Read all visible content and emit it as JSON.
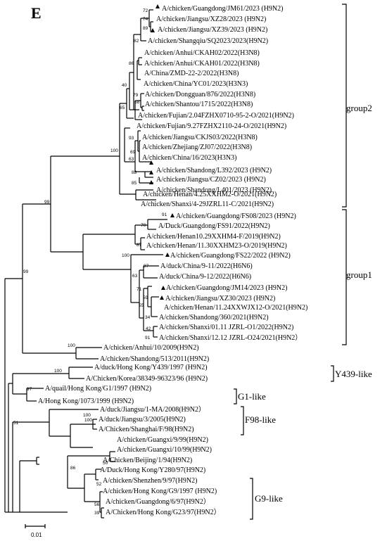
{
  "panel_label": "E",
  "taxa": [
    "A/chicken/Guangdong/JM61/2023 (H9N2)",
    "A/chicken/Jiangsu/XZ28/2023 (H9N2)",
    "A/chicken/Jiangsu/XZ39/2023 (H9N2)",
    "A/chicken/Shangqiu/SQ2023/2023(H9N2)",
    "A/chicken/Anhui/CKAH02/2022(H3N8)",
    "A/chicken/Anhui/CKAH01/2022(H3N8)",
    "A/China/ZMD-22-2/2022(H3N8)",
    "A/chicken/China/YC01/2023(H3N3)",
    "A/chicken/Dongguan/876/2022(H3N8)",
    "A/chicken/Shantou/1715/2022(H3N8)",
    "A/chicken/Fujian/2.04FZHX0710-95-2-O/2021(H9N2)",
    "A/chicken/Fujian/9.27FZHX2110-24-O/2021(H9N2)",
    "A/chicken/Jiangsu/CKJS03/2022(H3N8)",
    "A/chicken/Zhejiang/ZJ07/2022(H3N8)",
    "A/chicken/China/16/2023(H3N3)",
    "A/chicken/Shandong/L392/2023 (H9N2)",
    "A/chicken/Jiangsu/CZ02/2023 (H9N2)",
    "A/chicken/Shandong/L401/2023 (H9N2)",
    "A/chicken/Henan/4.25XXHM2-O/2021(H9N2)",
    "A/chicken/Shanxi/4-29JZRL11-C/2021(H9N2)",
    "A/chicken/Guangdong/FS08/2023 (H9N2)",
    "A/Duck/Guangdong/FS91/2022(H9N2)",
    "A/chicken/Henan10.29XXHM4-F/2019(H9N2)",
    "A/chicken/Henan/11.30XXHM23-O/2019(H9N2)",
    "A/chicken/Guangdong/FS22/2022 (H9N2)",
    "A/duck/China/9-11/2022(H6N6)",
    "A/duck/China/9-12/2022(H6N6)",
    "A/chicken/Guangdong/JM14/2023 (H9N2)",
    "A/chicken/Jiangsu/XZ30/2023 (H9N2)",
    "A/chicken/Henan/11.24XXWJX12-O/2021(H9N2)",
    "A/chicken/Shandong/360/2021(H9N2)",
    "A/chicken/Shanxi/01.11 JZRL-O1/2022(H9N2)",
    "A/chicken/Shanxi/12.12 JZRL-O24/2021(H9N2）",
    "A/chicken/Anhui/10/2009(H9N2)",
    "A/chicken/Shandong/513/2011(H9N2)",
    "A/duck/Hong Kong/Y439/1997 (H9N2)",
    "A/Chicken/Korea/38349-96323/96 (H9N2)",
    "A/quail/Hong Kong/G1/1997 (H9N2)",
    "A/Hong Kong/1073/1999 (H9N2)",
    "A/duck/Jiangsu/1-MA/2008(H9N2）",
    "A/duck/Jiangsu/3/2005(H9N2)",
    "A/Chicken/Shanghai/F/98(H9N2)",
    "A/chicken/Guangxi/9/99(H9N2)",
    "A/chicken/Guangxi/10/99(H9N2)",
    "A/Chicken/Beijing/1/94(H9N2)",
    "A/Duck/Hong Kong/Y280/97(H9N2)",
    "A/chicken/Shenzhen/9/97(H9N2)",
    "A/chicken/Hong Kong/G9/1997 (H9N2)",
    "A/chicken/Guangdong/6/97(H9N2）",
    "A/Chicken/Hong Kong/G23/97(H9N2）"
  ],
  "bootstrap": [
    "72",
    "74",
    "89",
    "82",
    "86",
    "40",
    "79",
    "68",
    "65",
    "93",
    "69",
    "63",
    "88",
    "85",
    "100",
    "91",
    "70",
    "87",
    "100",
    "87",
    "63",
    "71",
    "59",
    "55",
    "34",
    "42",
    "91",
    "99",
    "100",
    "99",
    "100",
    "97",
    "51",
    "100",
    "100",
    "50",
    "86",
    "52",
    "56",
    "39"
  ],
  "groups": [
    "group2",
    "group1",
    "Y439-like",
    "G1-like",
    "F98-like",
    "G9-like"
  ],
  "scale_label": "0.01"
}
